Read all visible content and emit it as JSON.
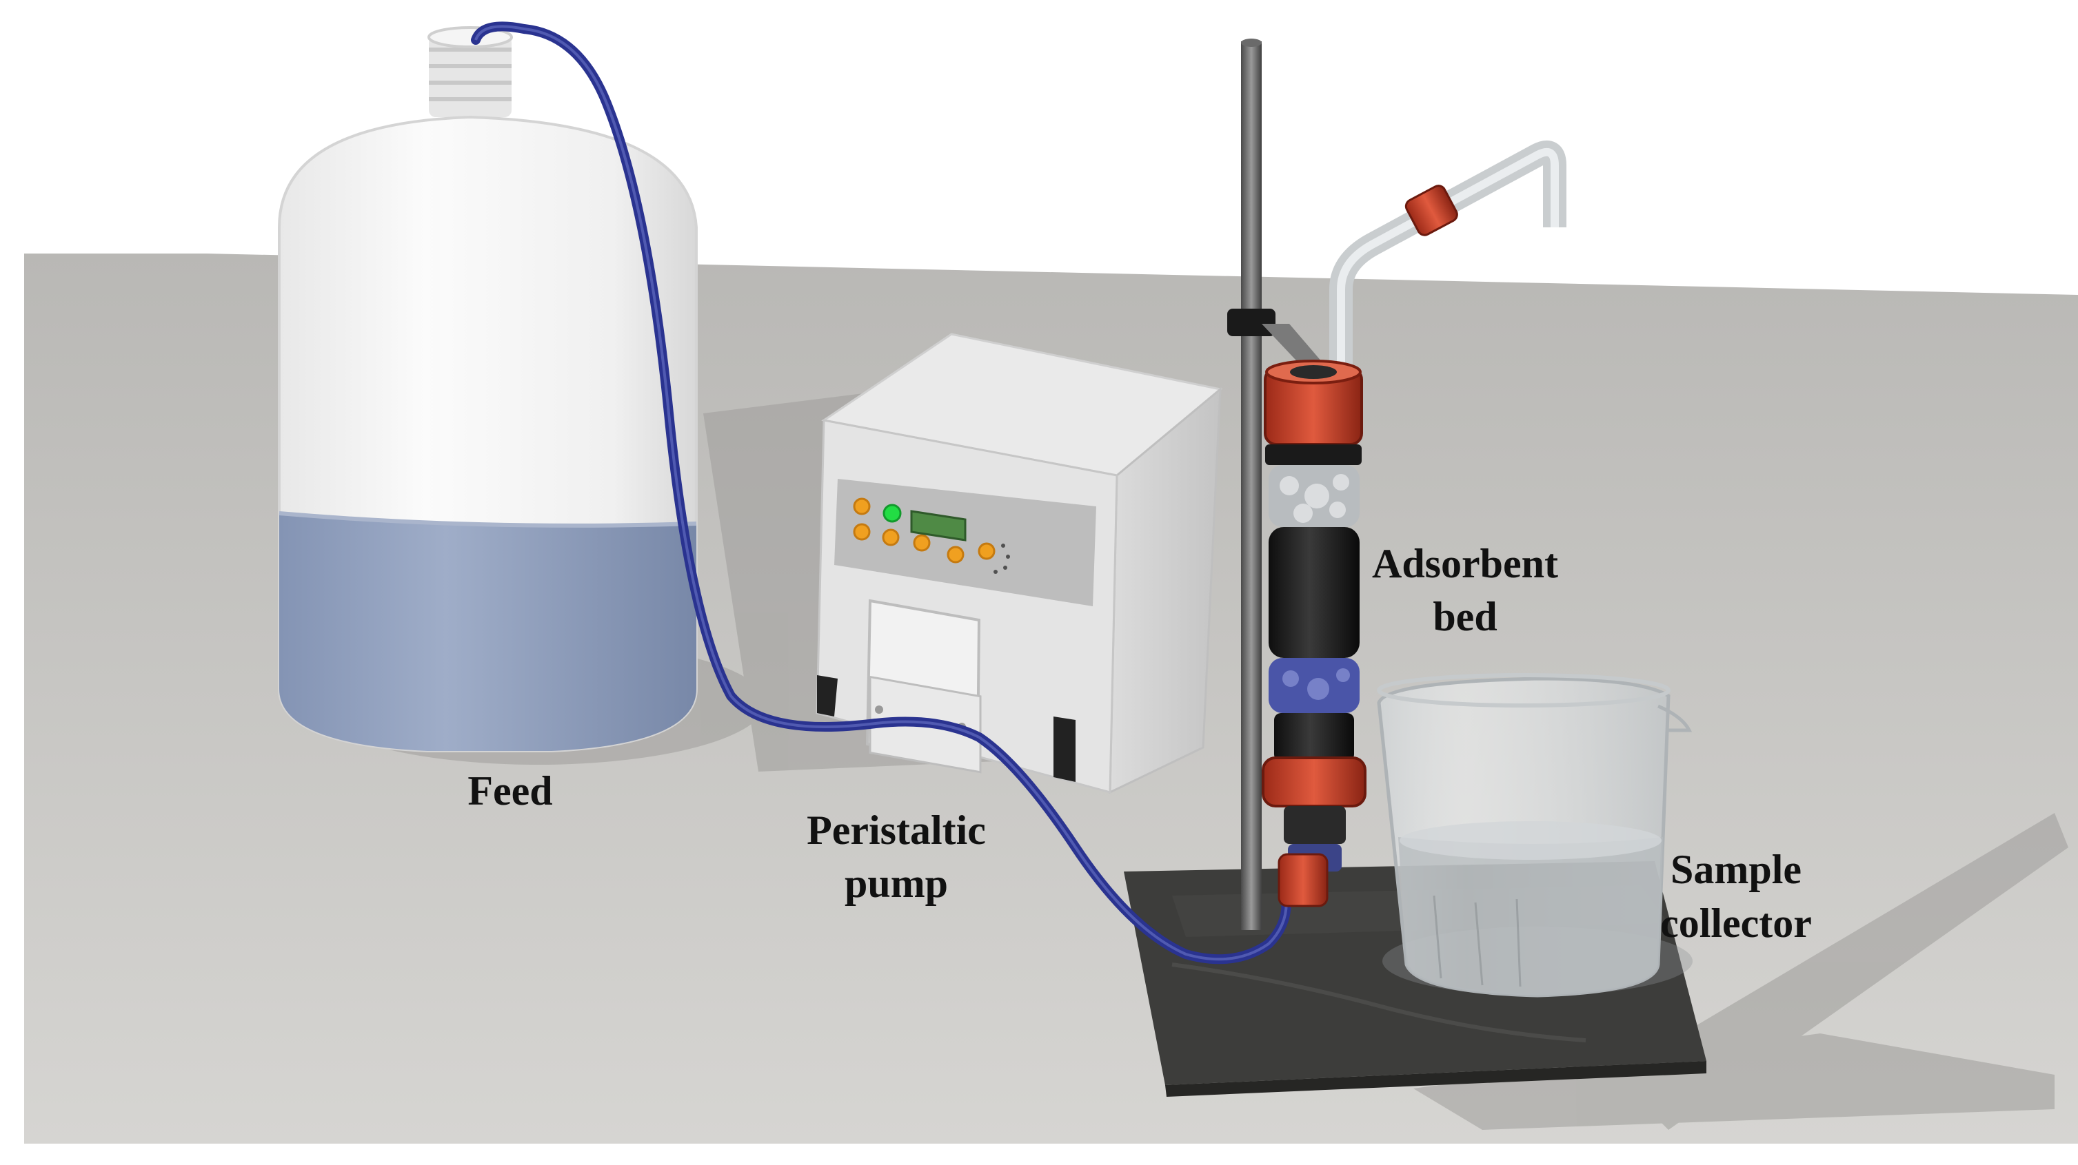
{
  "labels": {
    "feed": "Feed",
    "pump_line1": "Peristaltic",
    "pump_line2": "pump",
    "bed_line1": "Adsorbent",
    "bed_line2": "bed",
    "collector_line1": "Sample",
    "collector_line2": "collector"
  },
  "colors": {
    "background": "#ffffff",
    "table": "#c9c8c5",
    "liquid": "#7e8faf",
    "tubing": "#2a3390",
    "fittings": "#c8412a",
    "stand_base": "#3d3d3b",
    "pump_button": "#f0a020",
    "pump_led": "#22dd44",
    "pump_display": "#4f8a45"
  },
  "icons": {
    "feed_bottle": "bottle-icon",
    "pump": "peristaltic-pump-icon",
    "column": "adsorbent-column-icon",
    "beaker": "beaker-icon",
    "stand": "retort-stand-icon"
  }
}
